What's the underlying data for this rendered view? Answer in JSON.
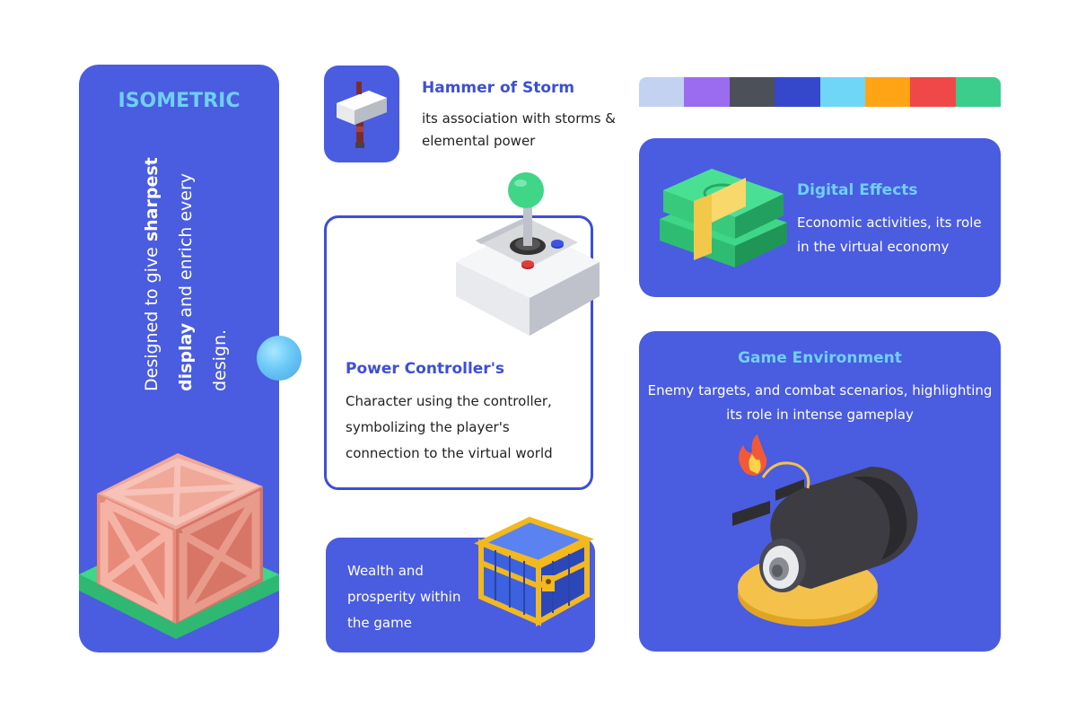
{
  "left_panel": {
    "title": "ISOMETRIC",
    "text_before": "Designed to give ",
    "text_bold1": "sharpest",
    "text_line2_bold": "display",
    "text_line2_after": " and enrich every",
    "text_line3": "design."
  },
  "hammer": {
    "title": "Hammer of Storm",
    "desc": "its association with storms & elemental power"
  },
  "controller": {
    "title": "Power Controller's",
    "desc": "Character using the controller, symbolizing the player's connection to the virtual world"
  },
  "chest": {
    "desc": "Wealth and prosperity within the game"
  },
  "palette": [
    "#c4d2f2",
    "#9c6cf0",
    "#4c5058",
    "#3548cc",
    "#6fd6f8",
    "#ffa415",
    "#f04848",
    "#3ccc8c"
  ],
  "digital_effects": {
    "title": "Digital Effects",
    "desc": "Economic activities, its role in the virtual economy"
  },
  "game_environment": {
    "title": "Game Environment",
    "desc": "Enemy targets, and combat scenarios, highlighting its role in intense gameplay"
  },
  "colors": {
    "primary": "#4a5ce0",
    "accent": "#6fd0f5",
    "title_blue": "#3d4fd6"
  },
  "icons": [
    "crate-icon",
    "hammer-icon",
    "joystick-icon",
    "treasure-chest-icon",
    "money-stack-icon",
    "cannon-icon"
  ]
}
